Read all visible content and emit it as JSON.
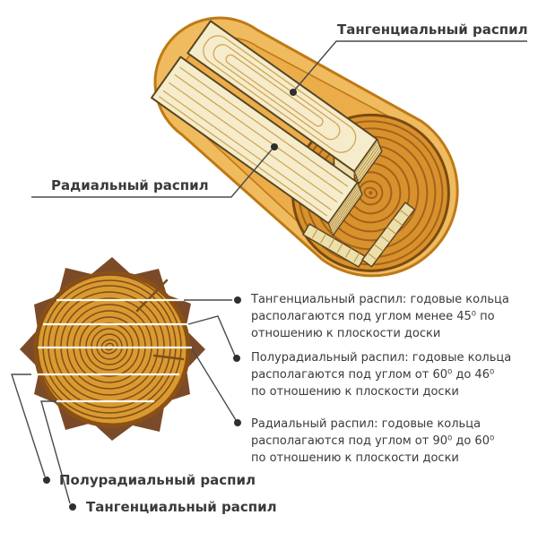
{
  "labels": {
    "tangential_top": "Тангенциальный распил",
    "radial_left": "Радиальный распил",
    "semiradial_bottom": "Полурадиальный распил",
    "tangential_bottom": "Тангенциальный распил"
  },
  "legend": {
    "items": [
      {
        "name": "tangential-cut",
        "lines": [
          "Тангенциальный распил: годовые кольца",
          "располагаются под углом менее 45⁰ по",
          "отношению к плоскости доски"
        ]
      },
      {
        "name": "semiradial-cut",
        "lines": [
          "Полурадиальный распил: годовые кольца",
          "располагаются под углом от 60⁰ до 46⁰",
          "по отношению к плоскости доски"
        ]
      },
      {
        "name": "radial-cut",
        "lines": [
          "Радиальный распил: годовые кольца",
          "располагаются под углом от 90⁰ до 60⁰",
          "по отношению к плоскости доски"
        ]
      }
    ]
  },
  "colors": {
    "background": "#FFFFFF",
    "text": "#3A3A3A",
    "leader": "#4A4A4A",
    "dot": "#2F2F2F",
    "log_outer": "#F0BA5F",
    "log_inner": "#EBAD4A",
    "log_outline": "#BE7914",
    "log_face": "#D8922D",
    "log_face_edge": "#7A4A10",
    "ring_line": "#A5611A",
    "board_face": "#F5ECCB",
    "board_end": "#EDDFAC",
    "board_grain": "#D0A558",
    "board_tick": "#B89040",
    "board_outline": "#5A4520",
    "bark": "#7B4B29",
    "section_wood": "#DA9A30",
    "section_ring": "#7E4E1A",
    "wood_edge": "#8A5016",
    "cut_line": "#FFFDF0"
  }
}
